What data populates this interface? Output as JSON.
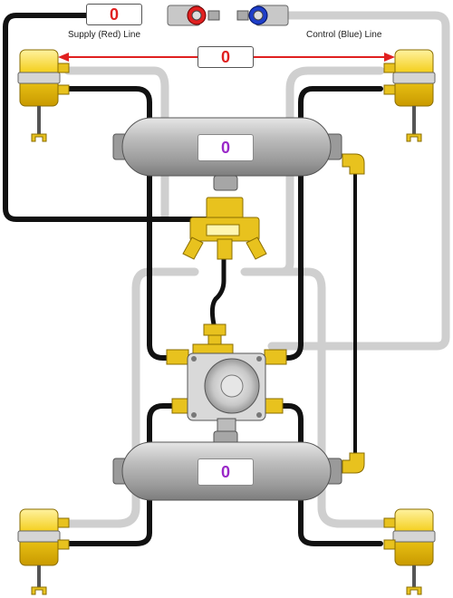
{
  "lines": {
    "supply_label": "Supply (Red) Line",
    "control_label": "Control (Blue) Line",
    "supply_color": "#e02020",
    "control_color": "#1e3ec8"
  },
  "readouts": {
    "supply_pressure": "0",
    "control_pressure": "0",
    "upper_tank_pressure": "0",
    "lower_tank_pressure": "0"
  },
  "colors": {
    "tank": "#b9b9b9",
    "chamber": "#f2cc1a",
    "fitting": "#e8c21e",
    "hose_black": "#111111",
    "hose_gray": "#cfcfcf",
    "readout_purple": "#9a28c8"
  },
  "icons": {
    "gladhand": "gladhand-coupler-icon",
    "brake_chamber": "brake-chamber-icon",
    "valve": "relay-valve-icon"
  }
}
